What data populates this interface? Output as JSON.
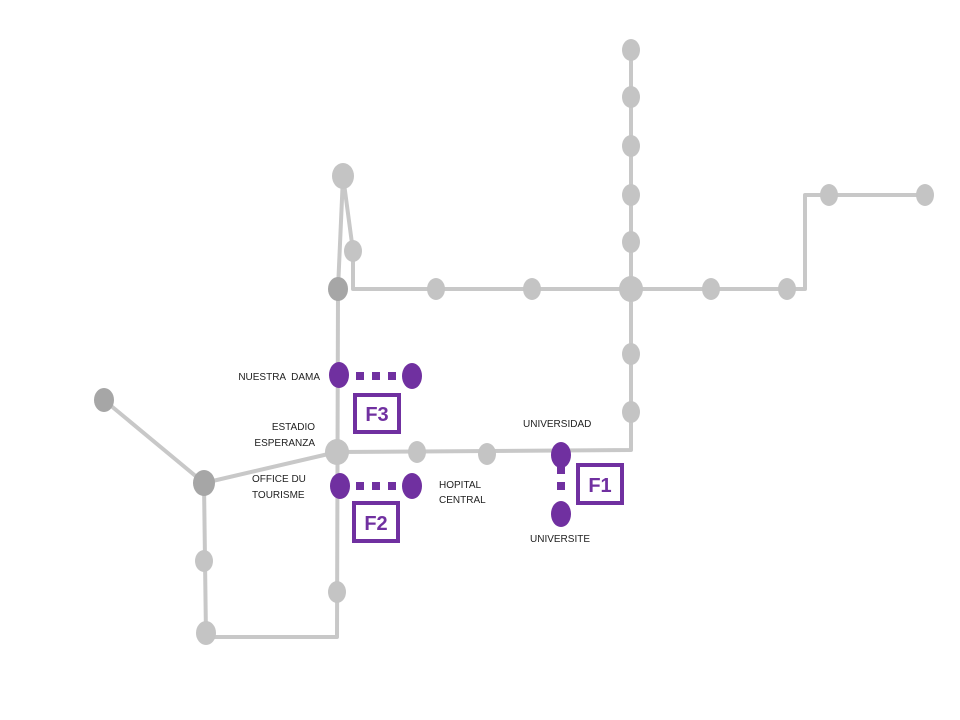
{
  "colors": {
    "accent": "#7030A0",
    "line": "#c8c8c8",
    "station": "#c4c4c4",
    "junction": "#a6a6a6"
  },
  "stations": {
    "nuestra_dama": "NUESTRA  DAMA",
    "estadio_1": "ESTADIO",
    "estadio_2": "ESPERANZA",
    "office_1": "OFFICE DU",
    "office_2": "TOURISME",
    "hopital_1": "HOPITAL",
    "hopital_2": "CENTRAL",
    "universidad": "UNIVERSIDAD",
    "universite": "UNIVERSITE"
  },
  "connections": {
    "f1": "F1",
    "f2": "F2",
    "f3": "F3"
  }
}
